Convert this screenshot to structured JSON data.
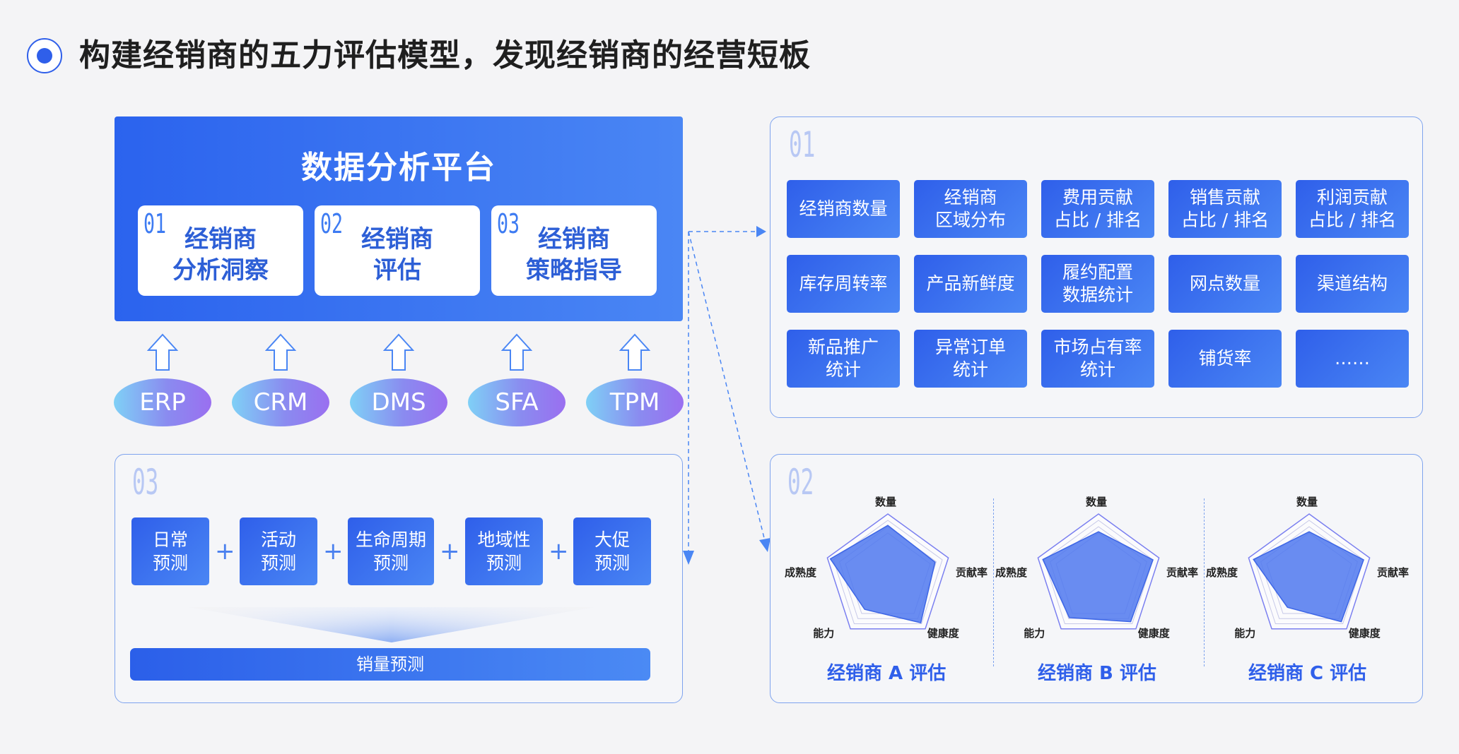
{
  "title": "构建经销商的五力评估模型，发现经销商的经营短板",
  "platform": {
    "title": "数据分析平台",
    "modules": [
      {
        "num": "01",
        "label": "经销商\n分析洞察"
      },
      {
        "num": "02",
        "label": "经销商\n评估"
      },
      {
        "num": "03",
        "label": "经销商\n策略指导"
      }
    ]
  },
  "sources": [
    "ERP",
    "CRM",
    "DMS",
    "SFA",
    "TPM"
  ],
  "box01": {
    "num": "01",
    "metrics": [
      "经销商数量",
      "经销商\n区域分布",
      "费用贡献\n占比 / 排名",
      "销售贡献\n占比 / 排名",
      "利润贡献\n占比 / 排名",
      "库存周转率",
      "产品新鲜度",
      "履约配置\n数据统计",
      "网点数量",
      "渠道结构",
      "新品推广\n统计",
      "异常订单\n统计",
      "市场占有率\n统计",
      "铺货率",
      "……"
    ]
  },
  "box03": {
    "num": "03",
    "forecasts": [
      "日常\n预测",
      "活动\n预测",
      "生命周期\n预测",
      "地域性\n预测",
      "大促\n预测"
    ],
    "plus": "+",
    "result": "销量预测"
  },
  "box02": {
    "num": "02",
    "axes": [
      "数量",
      "贡献率",
      "健康度",
      "能力",
      "成熟度"
    ],
    "radars": [
      {
        "title": "经销商 A 评估",
        "values": [
          0.82,
          0.78,
          0.88,
          0.62,
          0.95
        ]
      },
      {
        "title": "经销商 B 评估",
        "values": [
          0.72,
          0.9,
          0.86,
          0.78,
          0.92
        ]
      },
      {
        "title": "经销商 C 评估",
        "values": [
          0.72,
          0.9,
          0.86,
          0.58,
          0.92
        ]
      }
    ]
  },
  "colors": {
    "accent": "#2f5fea",
    "accent_light": "#4a86f4",
    "border": "#7ea3ee"
  }
}
